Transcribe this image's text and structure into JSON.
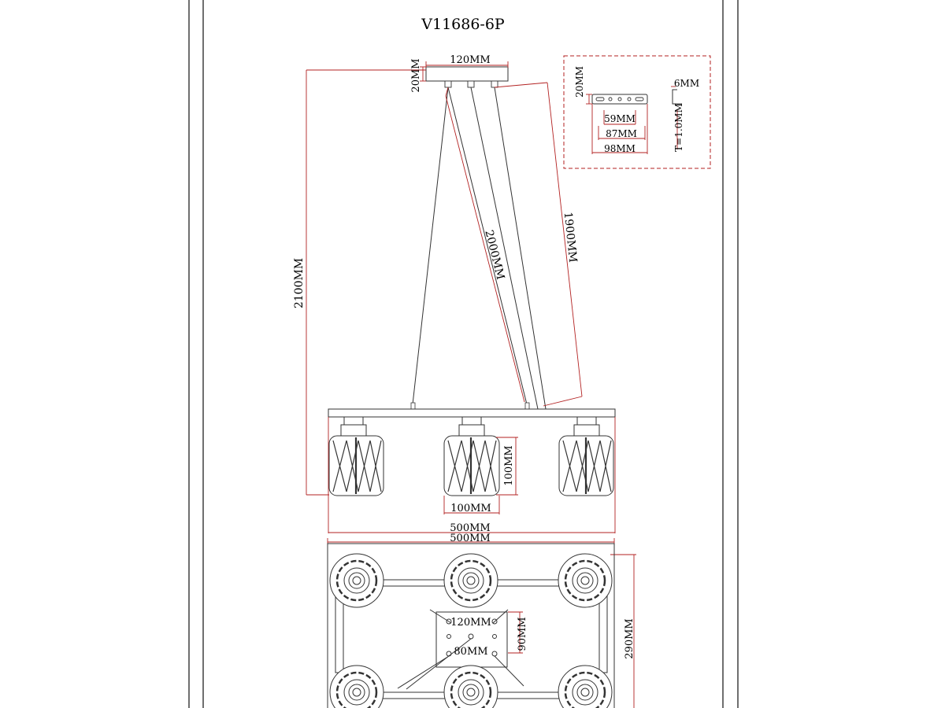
{
  "title": "V11686-6P",
  "colors": {
    "dimension": "#b32222",
    "frame": "#222222",
    "line": "#333333"
  },
  "canopy_detail": {
    "height": "20MM",
    "thickness_gap": "6MM",
    "hole_spacing": "59MM",
    "inner_width": "87MM",
    "outer_width": "98MM",
    "thickness": "T=1.0MM"
  },
  "side_view": {
    "canopy_width": "120MM",
    "canopy_height": "20MM",
    "total_height": "2100MM",
    "cable_length_a": "2000MM",
    "cable_length_b": "1900MM",
    "shade_height": "100MM",
    "shade_width": "100MM",
    "bar_length": "500MM"
  },
  "top_view": {
    "length": "500MM",
    "depth": "290MM",
    "plate_width": "120MM",
    "plate_height": "90MM",
    "hole_spacing": "80MM"
  }
}
